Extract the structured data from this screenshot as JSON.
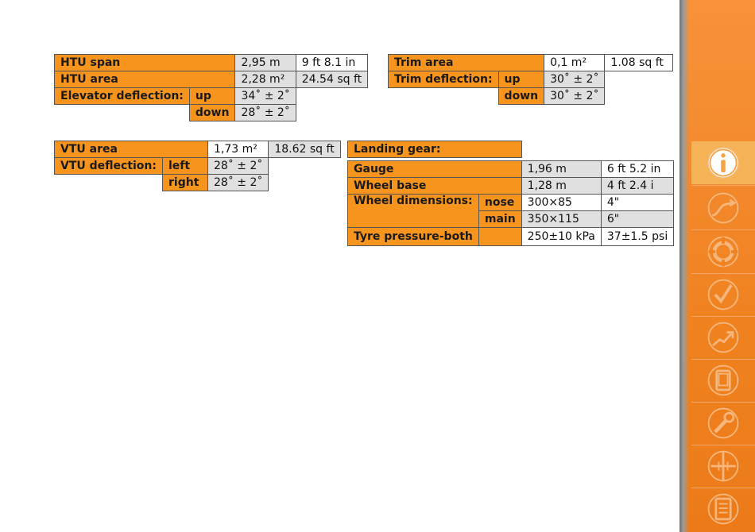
{
  "htu": {
    "span_label": "HTU span",
    "span_m": "2,95 m",
    "span_ft": "9 ft 8.1 in",
    "area_label": "HTU area",
    "area_m": "2,28 m²",
    "area_ft": "24.54 sq ft",
    "elev_label": "Elevator deflection:",
    "up": "up",
    "up_val": "34˚ ± 2˚",
    "down": "down",
    "down_val": "28˚ ± 2˚"
  },
  "trim": {
    "area_label": "Trim area",
    "area_m": "0,1 m²",
    "area_ft": "1.08 sq ft",
    "defl_label": "Trim deflection:",
    "up": "up",
    "up_val": "30˚ ± 2˚",
    "down": "down",
    "down_val": "30˚ ± 2˚"
  },
  "vtu": {
    "area_label": "VTU area",
    "area_m": "1,73 m²",
    "area_ft": "18.62 sq ft",
    "defl_label": "VTU deflection:",
    "left": "left",
    "left_val": "28˚ ± 2˚",
    "right": "right",
    "right_val": "28˚ ± 2˚"
  },
  "gear": {
    "title": "Landing gear:",
    "gauge_label": "Gauge",
    "gauge_m": "1,96 m",
    "gauge_ft": "6 ft 5.2 in",
    "base_label": "Wheel base",
    "base_m": "1,28 m",
    "base_ft": "4 ft 2.4 i",
    "dim_label": "Wheel dimensions:",
    "nose": "nose",
    "nose_mm": "300×85",
    "nose_in": "4\"",
    "main": "main",
    "main_mm": "350×115",
    "main_in": "6\"",
    "tyre_label": "Tyre pressure-both",
    "tyre_kpa": "250±10 kPa",
    "tyre_psi": "37±1.5 psi"
  },
  "sidebar": {
    "icons": [
      "info-icon",
      "flight-icon",
      "target-icon",
      "checkmark-icon",
      "climb-icon",
      "manual-icon",
      "wrench-icon",
      "ruler-icon",
      "checklist-icon"
    ]
  }
}
